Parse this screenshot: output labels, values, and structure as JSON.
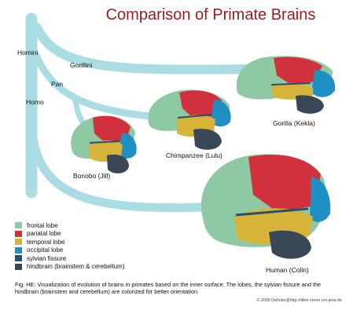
{
  "title": "Comparison of Primate Brains",
  "taxa": {
    "homini": "Homini",
    "gorillini": "Gorillini",
    "pan": "Pan",
    "homo": "Homo"
  },
  "brains": {
    "gorilla": "Gorilla (Kekla)",
    "chimpanzee": "Chimpanzee (Lulu)",
    "bonobo": "Bonobo (Jill)",
    "human": "Human (Colin)"
  },
  "colors": {
    "tree": "#a9dde3",
    "frontal": "#8ec9a4",
    "parietal": "#d0313c",
    "temporal": "#d6b43a",
    "occipital": "#1f8fc4",
    "sylvian": "#2c4d6e",
    "hindbrain": "#3a4756"
  },
  "legend": [
    {
      "label": "frontal lobe",
      "color": "#8ec9a4"
    },
    {
      "label": "pariatal lobe",
      "color": "#d0313c"
    },
    {
      "label": "temporal lobe",
      "color": "#d6b43a"
    },
    {
      "label": "occipital lobe",
      "color": "#1f8fc4"
    },
    {
      "label": "sylvian fissure",
      "color": "#2c4d6e"
    },
    {
      "label": "hindbrain (brainstem & cerebellum)",
      "color": "#3a4756"
    }
  ],
  "caption": "Fig. HE: Visualization of evolution of brains in primates based on the inner surface. The lobes, the sylvian fissure and the hindbrain (brainstem and cerebellum) are colorized for better orientation.",
  "copyright": "© 2009 Dahnke@http://dbm.neuro.uni-jena.de"
}
